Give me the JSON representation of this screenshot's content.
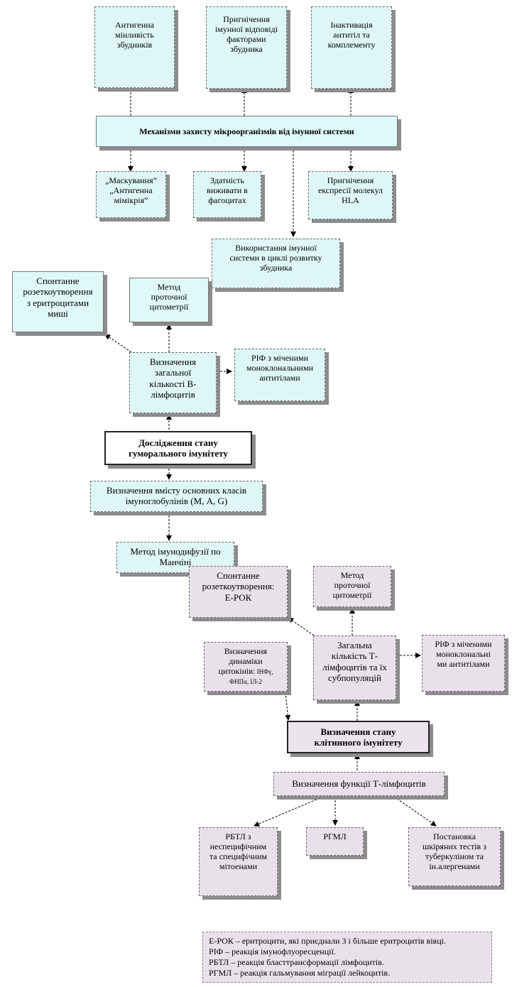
{
  "mechanisms": {
    "top": [
      "Антигенна\nмінливість\nзбудників",
      "Пригнічення\nімунної відповіді\nфакторами\nзбудника",
      "Інактивація\nантитіл та\nкомплементу"
    ],
    "center": "Механізми захисту мікроорганізмів від імунної системи",
    "bottom": [
      "„Маскування”\n„Антигенна\nмімікрія”",
      "Здатність\nвиживати в\nфагоцитах",
      "Пригнічення\nекспресії молекул\nHLA"
    ],
    "usage": "Використання імунної\nсистеми в циклі розвитку\nзбудника"
  },
  "humoral": {
    "title": "Дослідження стану\nгуморального імунітету",
    "b_count": "Визначення\nзагальної\nкількості В-\nлімфоцитів",
    "rosette": "Спонтанне\nрозеткоутворення\nз еритроцитами\nмиші",
    "flow": "Метод\nпроточної\nцитометрії",
    "rif": "РІФ з міченими\nмоноклональними\nантитілами",
    "ig": "Визначення вмісту основних класів\nімуноглобулінів (М, А, G)",
    "mancini": "Метод  імунодифузії по\nМанчіні"
  },
  "cellular": {
    "title": "Визначення стану\nклітинного імунітету",
    "rosette": "Спонтанне\nрозеткоутворення:\nЕ-РОК",
    "flow": "Метод\nпроточної\nцитометрії",
    "t_count": "Загальна\nкількість Т-\nлімфоцитів та їх\nсубпопуляцій",
    "rif": "РІФ з міченими\nмоноклональні\nми антитілами",
    "cytokines_main": "Визначення\nдинаміки\nцитокінів:",
    "cytokines_small_1": " ІНФγ,",
    "cytokines_small_2": "ФНПα, ІЛ-2",
    "t_function": "Визначення функції Т-лімфоцитів",
    "rbtl": "РБТЛ з\nнеспецифічним\nта специфічним\nмітоенами",
    "rgml": "РГМЛ",
    "skin": "Постановка\nшкіряних тестів з\nтуберкуліном та\nін.алергенами"
  },
  "legend": [
    "Е-РОК – еритроцити, які приєднали 3 і більше еритроцитів вівці.",
    "РІФ – реакція імунофлуоресценції.",
    "РБТЛ – реакція бласттрансформації лімфоцитів.",
    "РГМЛ – реакція гальмування міграції лейкоцитів."
  ],
  "colors": {
    "cyan_fill": "#dff6f6",
    "pink_fill": "#e9e1ea",
    "shadow": "#8c8c8c",
    "line": "#000000"
  }
}
